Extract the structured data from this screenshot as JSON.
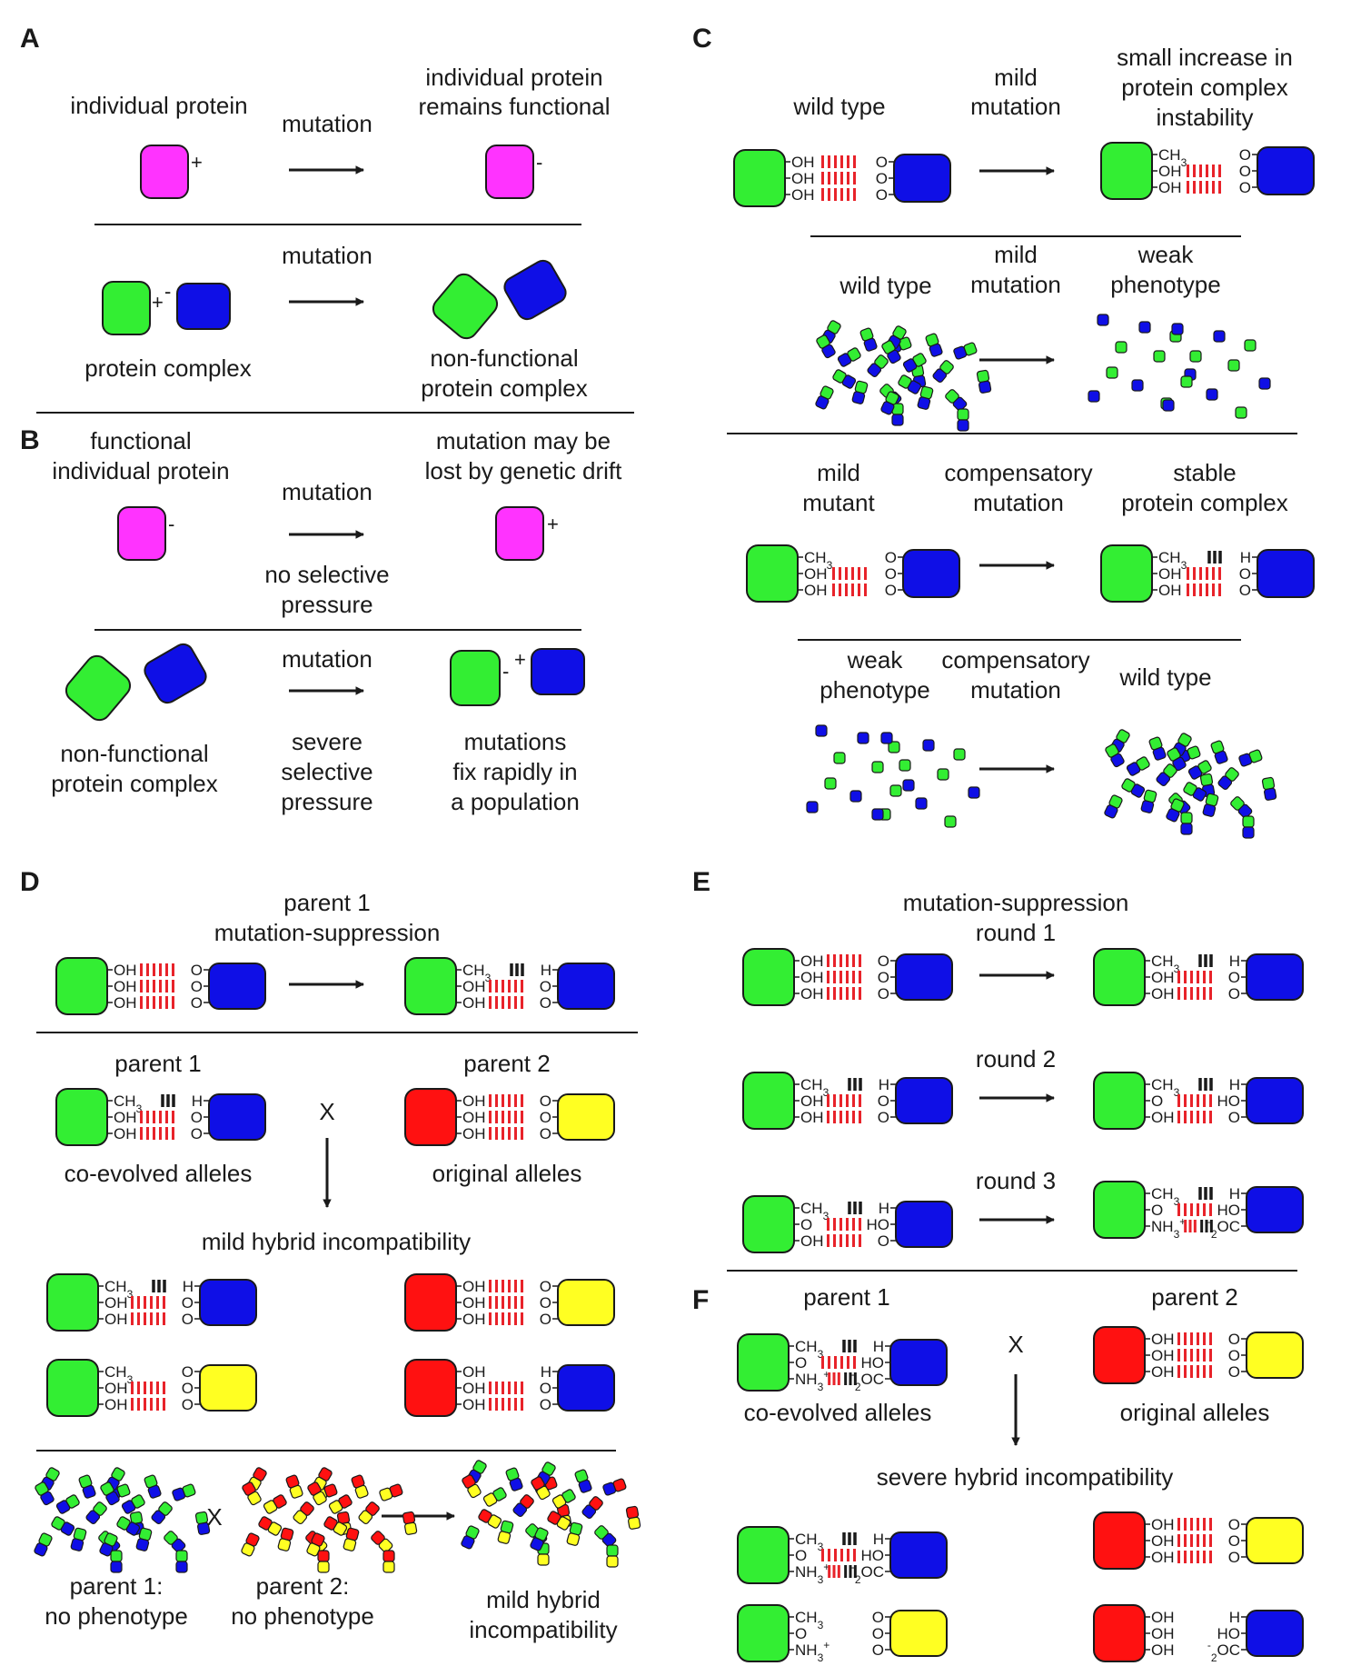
{
  "colors": {
    "magenta": "#ff33ff",
    "green": "#33ee33",
    "blue": "#0f0fe6",
    "red": "#ff1111",
    "yellow": "#ffff22",
    "bond": "#e8232a",
    "ink": "#1a1a1a"
  },
  "panels": [
    "A",
    "B",
    "C",
    "D",
    "E",
    "F"
  ],
  "labels": {
    "a1": "individual protein",
    "a2": "mutation",
    "a3": "individual protein",
    "a4": "remains functional",
    "a5": "mutation",
    "a6": "protein complex",
    "a7": "non-functional",
    "a8": "protein complex",
    "b1": "functional",
    "b2": "individual protein",
    "b3": "mutation",
    "b4": "mutation may be",
    "b5": "lost by genetic drift",
    "b6": "no selective",
    "b7": "pressure",
    "b8": "mutation",
    "b9": "non-functional",
    "b10": "protein complex",
    "b11": "severe",
    "b12": "selective",
    "b13": "pressure",
    "b14": "mutations",
    "b15": "fix rapidly in",
    "b16": "a population",
    "c1": "wild type",
    "c2": "mild",
    "c3": "mutation",
    "c4": "small increase in",
    "c5": "protein complex",
    "c6": "instability",
    "c7": "wild type",
    "c8": "mild",
    "c9": "mutation",
    "c10": "weak",
    "c11": "phenotype",
    "c12": "mild",
    "c13": "mutant",
    "c14": "compensatory",
    "c15": "mutation",
    "c16": "stable",
    "c17": "protein complex",
    "c18": "weak",
    "c19": "phenotype",
    "c20": "compensatory",
    "c21": "mutation",
    "c22": "wild type",
    "d1": "parent 1",
    "d2": "mutation-suppression",
    "d3": "parent 1",
    "d4": "parent 2",
    "d5": "X",
    "d6": "co-evolved alleles",
    "d7": "original alleles",
    "d8": "mild hybrid incompatibility",
    "d9": "X",
    "d10": "parent 1:",
    "d11": "no phenotype",
    "d12": "parent 2:",
    "d13": "no phenotype",
    "d14": "mild hybrid",
    "d15": "incompatibility",
    "e1": "mutation-suppression",
    "e2": "round 1",
    "e3": "round 2",
    "e4": "round 3",
    "f1": "parent 1",
    "f2": "parent 2",
    "f3": "X",
    "f4": "co-evolved alleles",
    "f5": "original alleles",
    "f6": "severe hybrid incompatibility"
  },
  "chem": {
    "oh": "OH",
    "o": "O",
    "ch3": "CH",
    "h": "H",
    "ho": "HO",
    "nh3": "NH",
    "oc": "OC",
    "sub3": "3",
    "sub2": "2",
    "plus": "+",
    "minus": "-"
  }
}
